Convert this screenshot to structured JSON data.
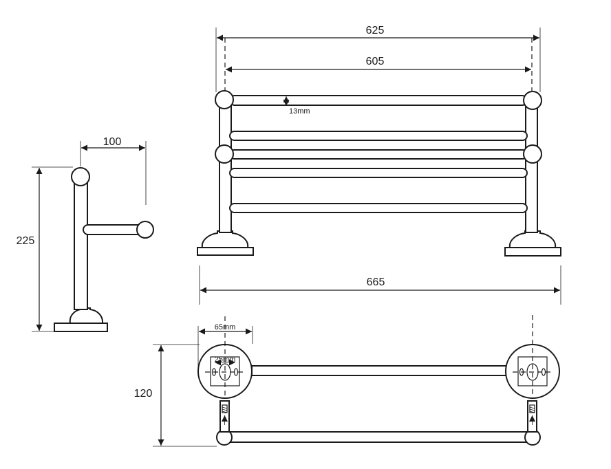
{
  "dimensions": {
    "side_width": "100",
    "side_height": "225",
    "front_outer_width": "625",
    "front_inner_width": "605",
    "rail_diameter": "13mm",
    "overall_width": "665",
    "plate_width": "65mm",
    "hole_spacing": "25mm",
    "depth": "120"
  }
}
